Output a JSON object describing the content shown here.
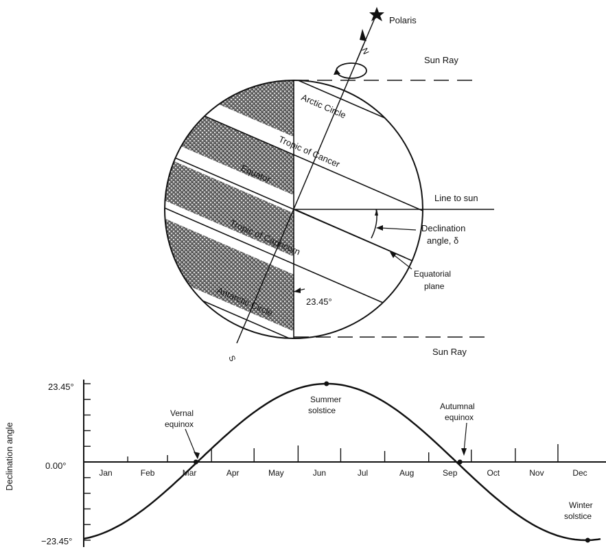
{
  "top_diagram": {
    "polaris": "Polaris",
    "sun_ray_top": "Sun Ray",
    "sun_ray_bottom": "Sun Ray",
    "line_to_sun": "Line to sun",
    "declination_line1": "Declination",
    "declination_line2": "angle, δ",
    "equatorial_line1": "Equatorial",
    "equatorial_line2": "plane",
    "tilt_angle": "23.45°",
    "north_label": "N",
    "south_label": "S",
    "circles": {
      "arctic": "Arctic Circle",
      "cancer": "Tropic of Cancer",
      "equator": "Equator",
      "capricorn": "Tropic of Capricorn",
      "antarctic": "Antarctic Circle"
    }
  },
  "chart_data": {
    "type": "line",
    "ylabel": "Declination angle",
    "ytick_labels": [
      "23.45°",
      "0.00°",
      "−23.45°"
    ],
    "y_ticks": [
      23.45,
      0,
      -23.45
    ],
    "ylim": [
      -23.45,
      23.45
    ],
    "categories": [
      "Jan",
      "Feb",
      "Mar",
      "Apr",
      "May",
      "Jun",
      "Jul",
      "Aug",
      "Sep",
      "Oct",
      "Nov",
      "Dec"
    ],
    "series": [
      {
        "x": [
          1,
          32,
          60,
          80,
          91,
          121,
          152,
          172,
          182,
          213,
          244,
          266,
          274,
          305,
          335,
          356,
          365
        ],
        "values": [
          -23.0,
          -17.3,
          -8.0,
          0.0,
          4.4,
          15.0,
          22.0,
          23.45,
          23.1,
          18.2,
          8.5,
          0.0,
          -3.0,
          -14.3,
          -21.7,
          -23.45,
          -23.1
        ]
      }
    ],
    "annotations": {
      "vernal_1": "Vernal",
      "vernal_2": "equinox",
      "summer_1": "Summer",
      "summer_2": "solstice",
      "autumnal_1": "Autumnal",
      "autumnal_2": "equinox",
      "winter_1": "Winter",
      "winter_2": "solstice"
    }
  }
}
